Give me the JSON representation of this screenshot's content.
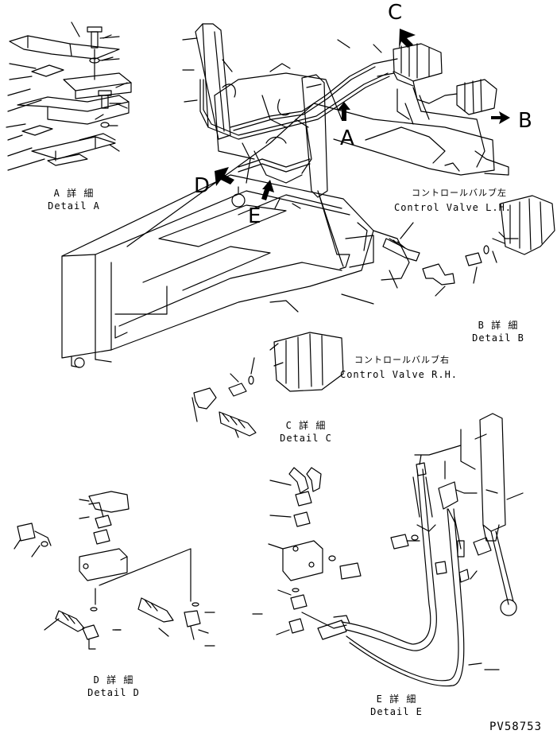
{
  "callouts": {
    "a": "A",
    "b": "B",
    "c": "C",
    "d": "D",
    "e": "E"
  },
  "details": {
    "a": {
      "jp": "A 詳 細",
      "en": "Detail A"
    },
    "b": {
      "jp": "B 詳 細",
      "en": "Detail B"
    },
    "c": {
      "jp": "C 詳 細",
      "en": "Detail C"
    },
    "d": {
      "jp": "D 詳 細",
      "en": "Detail D"
    },
    "e": {
      "jp": "E 詳 細",
      "en": "Detail E"
    }
  },
  "valves": {
    "lh": {
      "jp": "コントロールバルブ左",
      "en": "Control Valve L.H."
    },
    "rh": {
      "jp": "コントロールバルブ右",
      "en": "Control Valve R.H."
    }
  },
  "part_number": "PV58753"
}
